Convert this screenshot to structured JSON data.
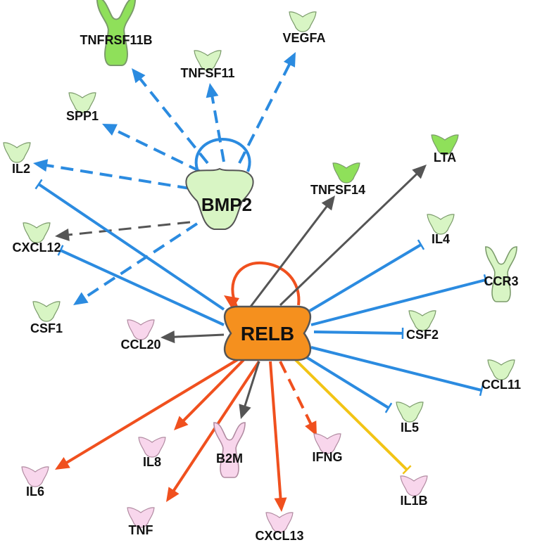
{
  "colors": {
    "activation": "#f0501e",
    "inhibition": "#2b8be0",
    "affects": "#555555",
    "inconsistent": "#f2c415",
    "hub_fill": "#f5901e",
    "hub_stroke": "#555555",
    "up_light": "#d8f5c4",
    "up_strong": "#8fe05a",
    "down_light": "#f8d6ec",
    "node_stroke": "#7a9a6a"
  },
  "hubs": {
    "relb": {
      "label": "RELB",
      "shape": "enzyme-dimer"
    },
    "bmp2": {
      "label": "BMP2",
      "shape": "growth-factor"
    }
  },
  "nodes": {
    "tnfrsf11b": {
      "label": "TNFRSF11B",
      "shape": "receptor",
      "color": "up_strong"
    },
    "vegfa": {
      "label": "VEGFA",
      "shape": "growth-factor",
      "color": "up_light"
    },
    "tnfsf11": {
      "label": "TNFSF11",
      "shape": "cytokine",
      "color": "up_light"
    },
    "spp1": {
      "label": "SPP1",
      "shape": "cytokine",
      "color": "up_light"
    },
    "il2": {
      "label": "IL2",
      "shape": "cytokine",
      "color": "up_light"
    },
    "lta": {
      "label": "LTA",
      "shape": "cytokine",
      "color": "up_strong"
    },
    "tnfsf14": {
      "label": "TNFSF14",
      "shape": "cytokine",
      "color": "up_strong"
    },
    "cxcl12": {
      "label": "CXCL12",
      "shape": "cytokine",
      "color": "up_light"
    },
    "il4": {
      "label": "IL4",
      "shape": "cytokine",
      "color": "up_light"
    },
    "ccr3": {
      "label": "CCR3",
      "shape": "receptor",
      "color": "up_light"
    },
    "csf1": {
      "label": "CSF1",
      "shape": "cytokine",
      "color": "up_light"
    },
    "ccl20": {
      "label": "CCL20",
      "shape": "cytokine",
      "color": "down_light"
    },
    "csf2": {
      "label": "CSF2",
      "shape": "cytokine",
      "color": "up_light"
    },
    "ccl11": {
      "label": "CCL11",
      "shape": "cytokine",
      "color": "up_light"
    },
    "il5": {
      "label": "IL5",
      "shape": "cytokine",
      "color": "up_light"
    },
    "il8": {
      "label": "IL8",
      "shape": "cytokine",
      "color": "down_light"
    },
    "b2m": {
      "label": "B2M",
      "shape": "receptor",
      "color": "down_light"
    },
    "ifng": {
      "label": "IFNG",
      "shape": "cytokine",
      "color": "down_light"
    },
    "il6": {
      "label": "IL6",
      "shape": "cytokine",
      "color": "down_light"
    },
    "il1b": {
      "label": "IL1B",
      "shape": "cytokine",
      "color": "down_light"
    },
    "tnf": {
      "label": "TNF",
      "shape": "cytokine",
      "color": "down_light"
    },
    "cxcl13": {
      "label": "CXCL13",
      "shape": "cytokine",
      "color": "down_light"
    }
  },
  "edges": [
    {
      "from": "bmp2",
      "to": "tnfrsf11b",
      "kind": "inhibition",
      "style": "dashed",
      "end": "arrow"
    },
    {
      "from": "bmp2",
      "to": "tnfsf11",
      "kind": "inhibition",
      "style": "dashed",
      "end": "arrow"
    },
    {
      "from": "bmp2",
      "to": "vegfa",
      "kind": "inhibition",
      "style": "dashed",
      "end": "arrow"
    },
    {
      "from": "bmp2",
      "to": "spp1",
      "kind": "inhibition",
      "style": "dashed",
      "end": "arrow"
    },
    {
      "from": "bmp2",
      "to": "il2",
      "kind": "inhibition",
      "style": "dashed",
      "end": "arrow"
    },
    {
      "from": "bmp2",
      "to": "cxcl12",
      "kind": "affects",
      "style": "dashed",
      "end": "arrow"
    },
    {
      "from": "bmp2",
      "to": "csf1",
      "kind": "inhibition",
      "style": "dashed",
      "end": "arrow"
    },
    {
      "from": "bmp2",
      "to": "bmp2",
      "kind": "inhibition",
      "style": "solid",
      "end": "loop"
    },
    {
      "from": "relb",
      "to": "relb",
      "kind": "activation",
      "style": "solid",
      "end": "loop"
    },
    {
      "from": "relb",
      "to": "il2",
      "kind": "inhibition",
      "style": "solid",
      "end": "bar"
    },
    {
      "from": "relb",
      "to": "cxcl12",
      "kind": "inhibition",
      "style": "solid",
      "end": "bar"
    },
    {
      "from": "relb",
      "to": "tnfsf14",
      "kind": "affects",
      "style": "solid",
      "end": "arrow"
    },
    {
      "from": "relb",
      "to": "lta",
      "kind": "affects",
      "style": "solid",
      "end": "arrow"
    },
    {
      "from": "relb",
      "to": "il4",
      "kind": "inhibition",
      "style": "solid",
      "end": "bar"
    },
    {
      "from": "relb",
      "to": "ccr3",
      "kind": "inhibition",
      "style": "solid",
      "end": "bar"
    },
    {
      "from": "relb",
      "to": "csf2",
      "kind": "inhibition",
      "style": "solid",
      "end": "bar"
    },
    {
      "from": "relb",
      "to": "ccl11",
      "kind": "inhibition",
      "style": "solid",
      "end": "bar"
    },
    {
      "from": "relb",
      "to": "il5",
      "kind": "inhibition",
      "style": "solid",
      "end": "bar"
    },
    {
      "from": "relb",
      "to": "ccl20",
      "kind": "affects",
      "style": "solid",
      "end": "arrow"
    },
    {
      "from": "relb",
      "to": "il6",
      "kind": "activation",
      "style": "solid",
      "end": "arrow"
    },
    {
      "from": "relb",
      "to": "il8",
      "kind": "activation",
      "style": "solid",
      "end": "arrow"
    },
    {
      "from": "relb",
      "to": "tnf",
      "kind": "activation",
      "style": "solid",
      "end": "arrow"
    },
    {
      "from": "relb",
      "to": "b2m",
      "kind": "affects",
      "style": "solid",
      "end": "arrow"
    },
    {
      "from": "relb",
      "to": "cxcl13",
      "kind": "activation",
      "style": "solid",
      "end": "arrow"
    },
    {
      "from": "relb",
      "to": "ifng",
      "kind": "activation",
      "style": "dashed",
      "end": "arrow"
    },
    {
      "from": "relb",
      "to": "il1b",
      "kind": "inconsistent",
      "style": "solid",
      "end": "bar"
    }
  ]
}
